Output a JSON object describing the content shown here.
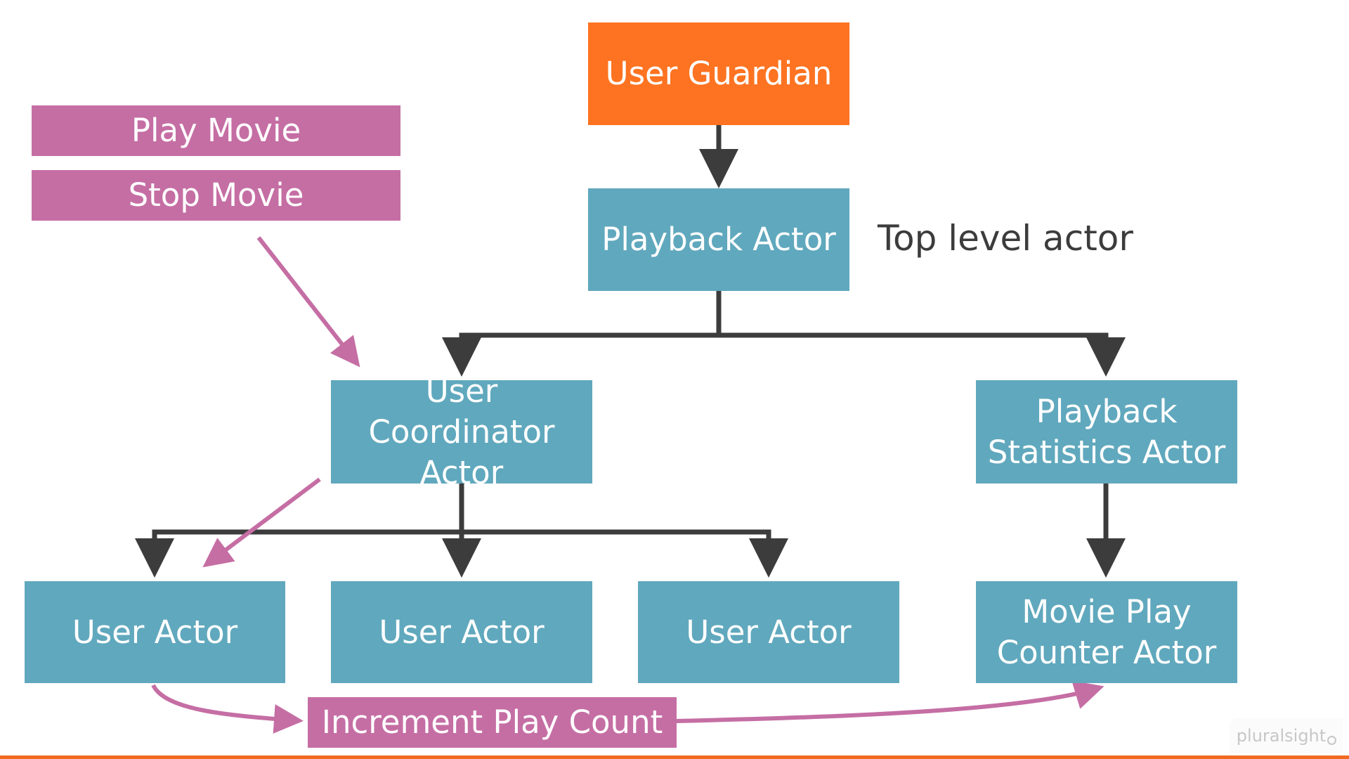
{
  "nodes": {
    "user_guardian": "User Guardian",
    "playback_actor": "Playback Actor",
    "user_coordinator_actor": "User Coordinator\nActor",
    "playback_statistics_actor": "Playback\nStatistics Actor",
    "user_actor_1": "User Actor",
    "user_actor_2": "User Actor",
    "user_actor_3": "User Actor",
    "movie_play_counter_actor": "Movie Play\nCounter Actor"
  },
  "messages": {
    "play_movie": "Play Movie",
    "stop_movie": "Stop Movie",
    "increment_play_count": "Increment Play Count"
  },
  "annotations": {
    "top_level_actor": "Top level actor"
  },
  "branding": {
    "logo_text": "pluralsight"
  },
  "colors": {
    "guardian": "#fd7321",
    "actor": "#60a8bd",
    "message": "#c56ea4",
    "connector": "#3c3c3c",
    "accent_line": "#f26a21"
  }
}
